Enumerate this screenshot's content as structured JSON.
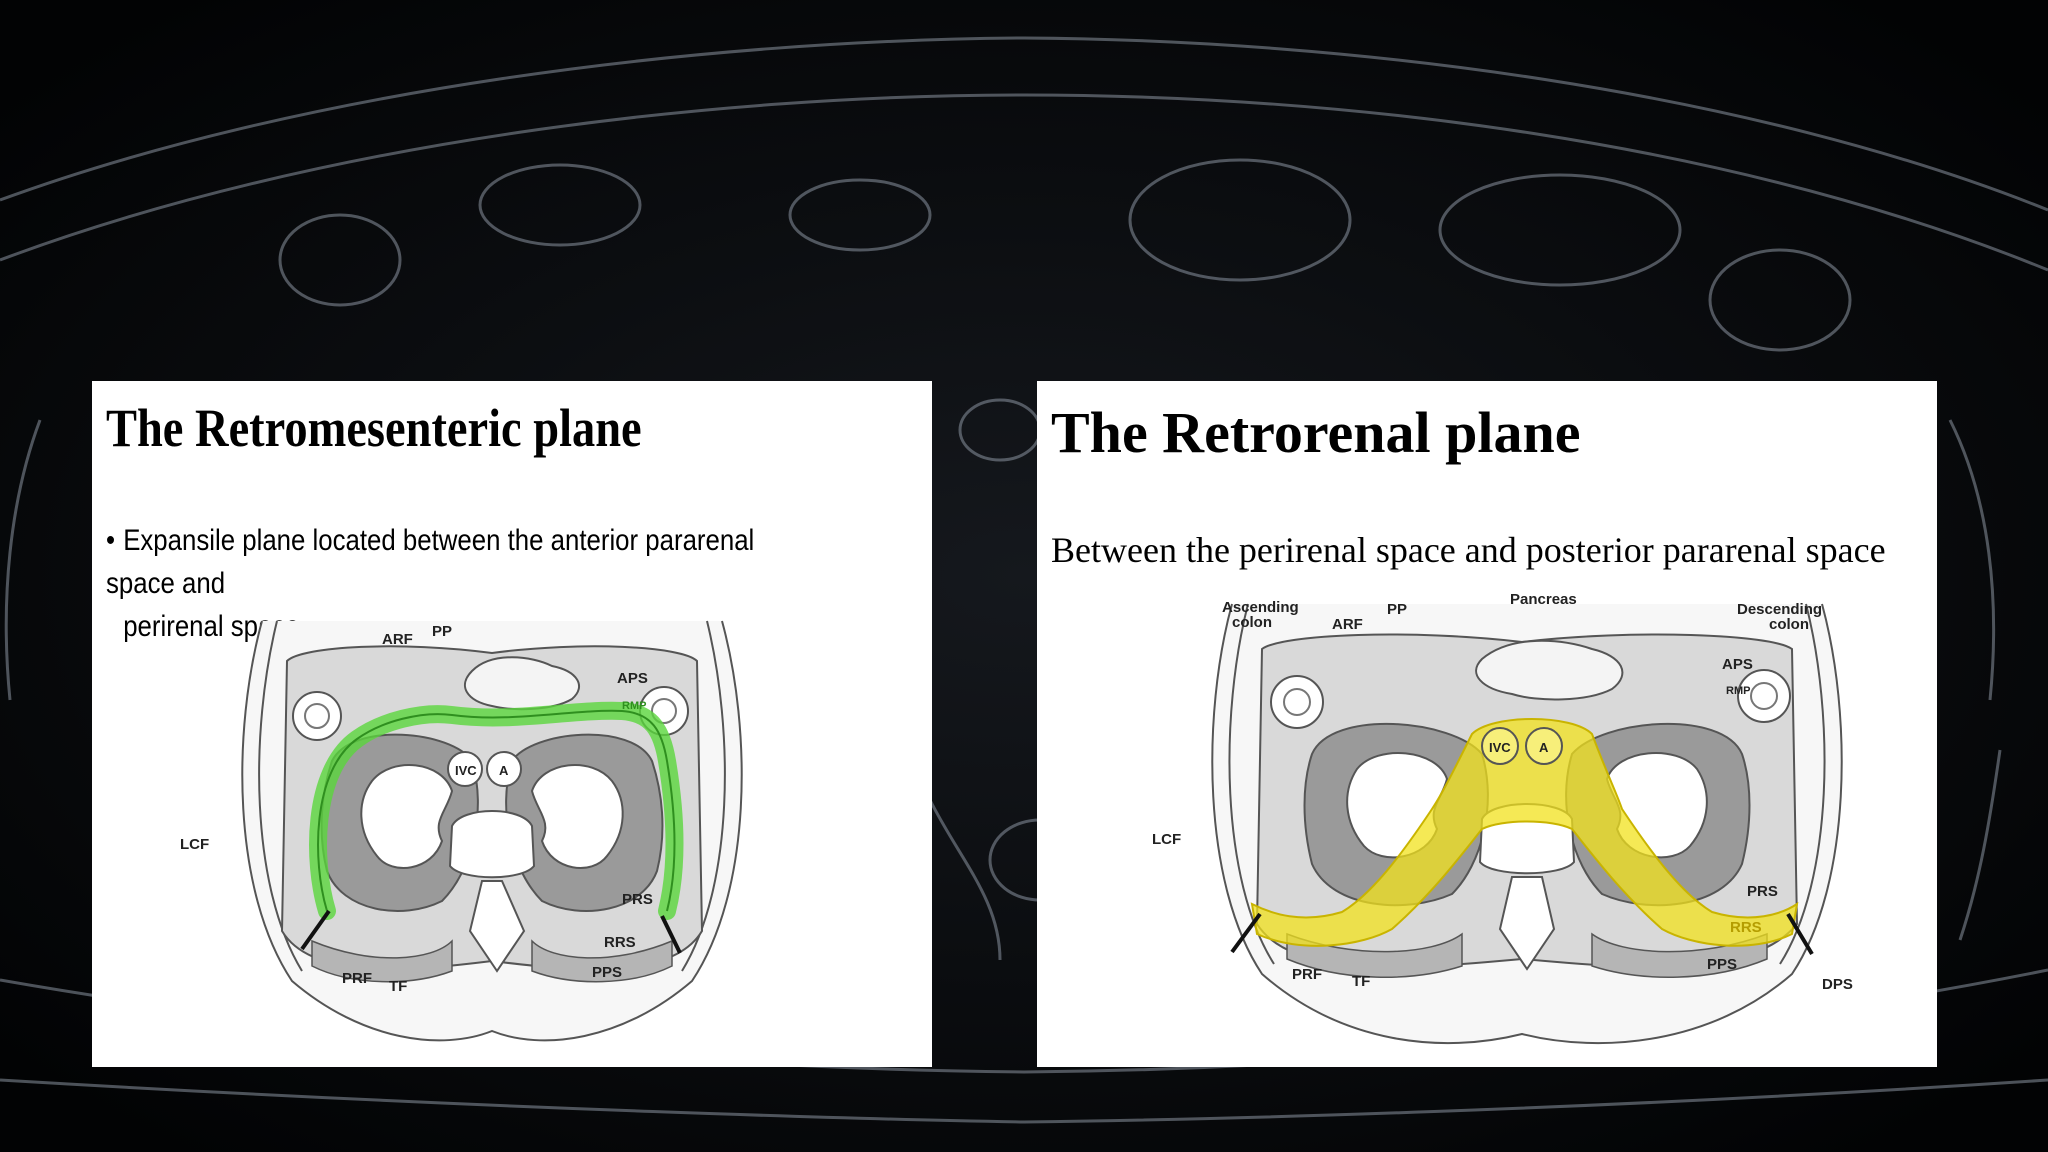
{
  "left_panel": {
    "title": "The Retromesenteric plane",
    "bullet_line1": "Expansile plane located between the anterior pararenal space and",
    "bullet_line2": "perirenal space",
    "labels": {
      "arf": "ARF",
      "pp": "PP",
      "aps": "APS",
      "rmp": "RMP",
      "ivc": "IVC",
      "a": "A",
      "lcf": "LCF",
      "prs": "PRS",
      "rrs": "RRS",
      "pps": "PPS",
      "prf": "PRF",
      "tf": "TF"
    },
    "highlight_color": "#5ad63c"
  },
  "right_panel": {
    "title": "The Retrorenal plane",
    "subtitle": "Between the perirenal space and posterior pararenal space",
    "labels": {
      "ascending_colon_1": "Ascending",
      "ascending_colon_2": "colon",
      "arf": "ARF",
      "pp": "PP",
      "pancreas": "Pancreas",
      "descending_colon_1": "Descending",
      "descending_colon_2": "colon",
      "aps": "APS",
      "rmp": "RMP",
      "ivc": "IVC",
      "a": "A",
      "lcf": "LCF",
      "prs": "PRS",
      "rrs": "RRS",
      "pps": "PPS",
      "prf": "PRF",
      "tf": "TF",
      "dps": "DPS"
    },
    "highlight_color": "#f2e21c"
  }
}
